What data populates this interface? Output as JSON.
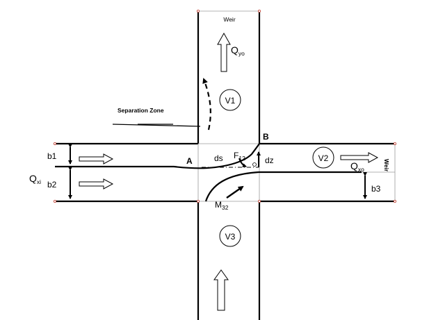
{
  "labels": {
    "weir_top": "Weir",
    "weir_right": "Weir",
    "q_yo": "Q",
    "q_yo_sub": "yo",
    "q_xi": "Q",
    "q_xi_sub": "xi",
    "q_xo": "Q",
    "q_xo_sub": "xo",
    "v1": "V1",
    "v2": "V2",
    "v3": "V3",
    "separation_zone": "Separation Zone",
    "point_a": "A",
    "point_b": "B",
    "ds": "ds",
    "f": "F",
    "f_sub": "12",
    "dz": "dz",
    "b1": "b1",
    "b2": "b2",
    "b3": "b3",
    "m": "M",
    "m_sub": "32"
  }
}
